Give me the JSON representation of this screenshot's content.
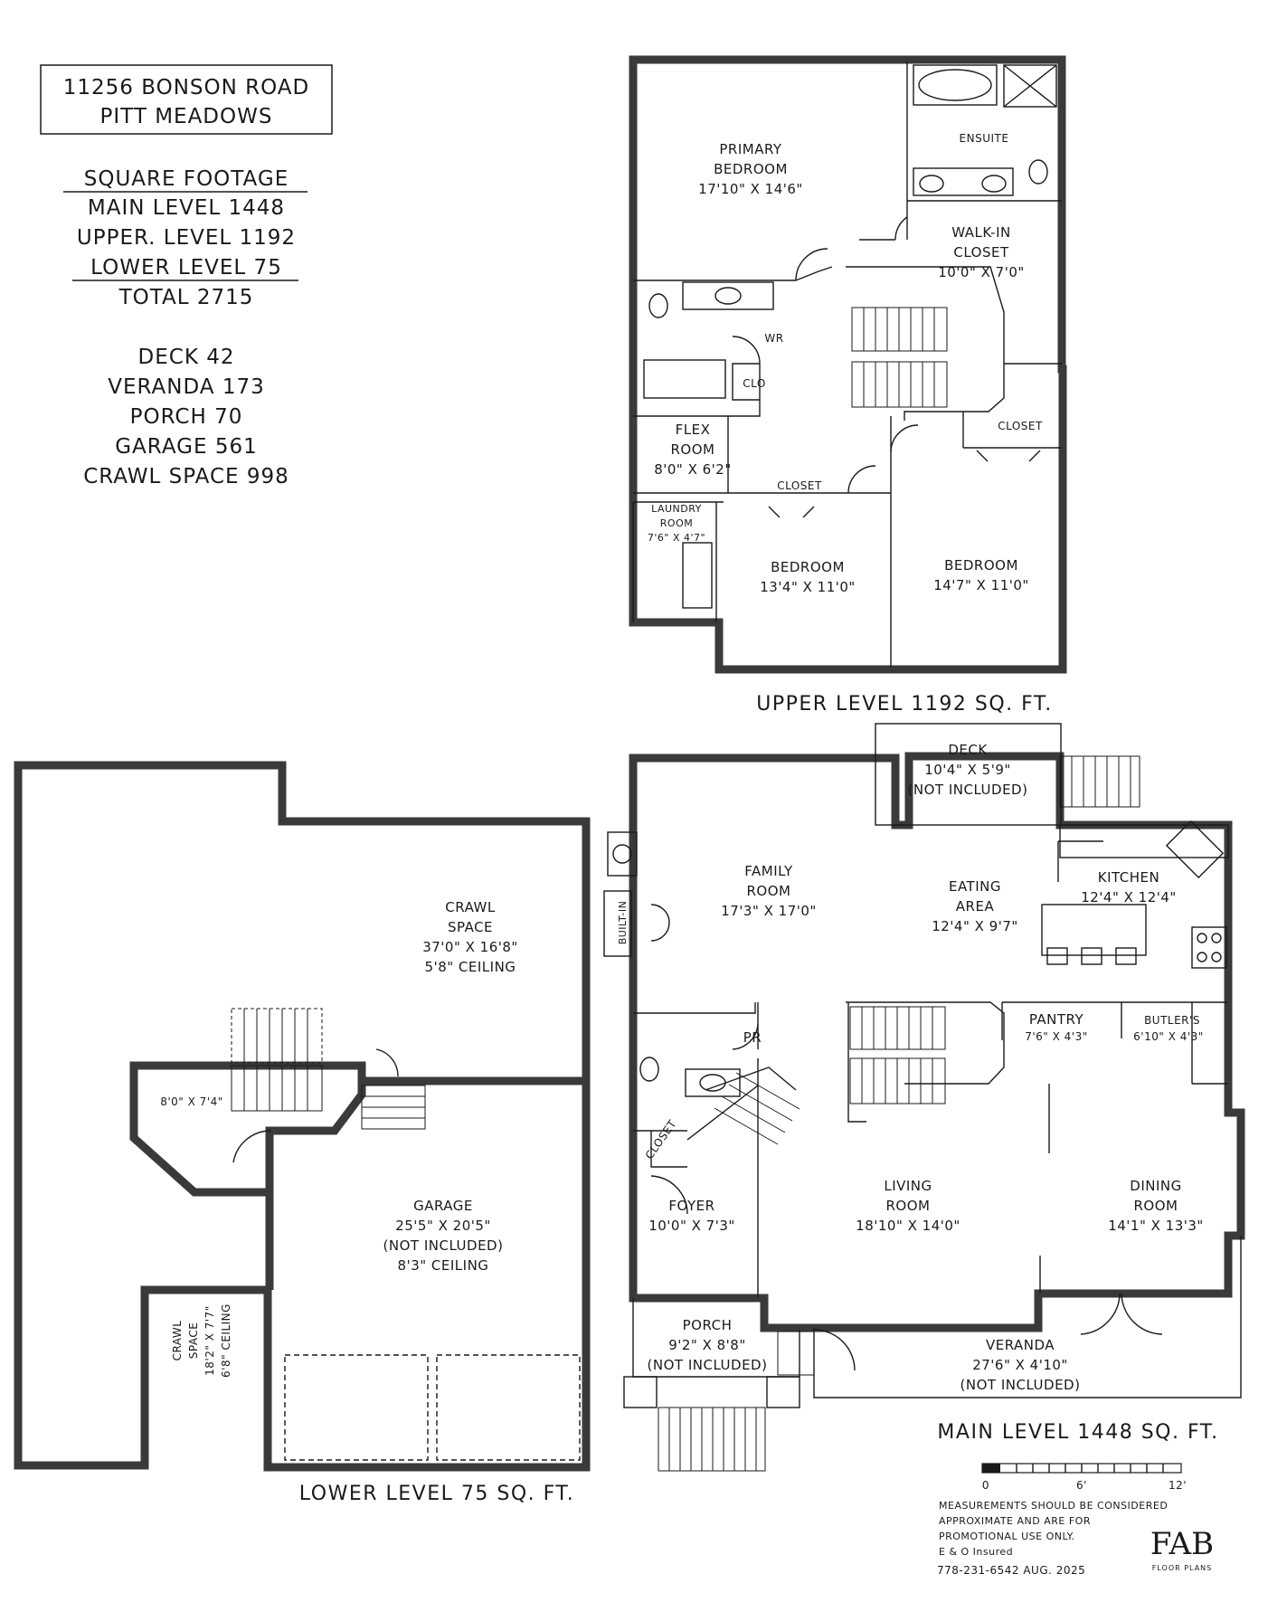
{
  "address": {
    "line1": "11256 BONSON ROAD",
    "line2": "PITT MEADOWS"
  },
  "footage": {
    "heading": "SQUARE FOOTAGE",
    "main": "MAIN LEVEL 1448",
    "upper": "UPPER. LEVEL 1192",
    "lower": "LOWER LEVEL 75",
    "total": "TOTAL 2715"
  },
  "extras": {
    "deck": "DECK 42",
    "veranda": "VERANDA 173",
    "porch": "PORCH 70",
    "garage": "GARAGE 561",
    "crawl": "CRAWL SPACE 998"
  },
  "upper": {
    "title": "UPPER LEVEL 1192 SQ. FT.",
    "primary_name1": "PRIMARY",
    "primary_name2": "BEDROOM",
    "primary_dim": "17'10\" X 14'6\"",
    "ensuite": "ENSUITE",
    "walkin1": "WALK-IN",
    "walkin2": "CLOSET",
    "walkin_dim": "10'0\" X 7'0\"",
    "wr": "WR",
    "clo": "CLO",
    "flex1": "FLEX",
    "flex2": "ROOM",
    "flex_dim": "8'0\" X 6'2\"",
    "closet_a": "CLOSET",
    "closet_b": "CLOSET",
    "laundry1": "LAUNDRY",
    "laundry2": "ROOM",
    "laundry_dim": "7'6\" X 4'7\"",
    "bed1": "BEDROOM",
    "bed1_dim": "13'4\" X 11'0\"",
    "bed2": "BEDROOM",
    "bed2_dim": "14'7\" X 11'0\""
  },
  "lower": {
    "title": "LOWER LEVEL 75 SQ. FT.",
    "crawl1": "CRAWL",
    "crawl2": "SPACE",
    "crawl_dim": "37'0\" X 16'8\"",
    "crawl_ceiling": "5'8\" CEILING",
    "small_room_dim": "8'0\" X 7'4\"",
    "garage": "GARAGE",
    "garage_dim": "25'5\" X 20'5\"",
    "garage_note": "(NOT INCLUDED)",
    "garage_ceiling": "8'3\" CEILING",
    "crawl_b1": "CRAWL",
    "crawl_b2": "SPACE",
    "crawl_b_dim": "18'2\" X 7'7\"",
    "crawl_b_ceiling": "6'8\" CEILING"
  },
  "main": {
    "title": "MAIN LEVEL 1448 SQ. FT.",
    "deck": "DECK",
    "deck_dim": "10'4\" X 5'9\"",
    "deck_note": "(NOT INCLUDED)",
    "family1": "FAMILY",
    "family2": "ROOM",
    "family_dim": "17'3\" X 17'0\"",
    "builtin": "BUILT-IN",
    "eating1": "EATING",
    "eating2": "AREA",
    "eating_dim": "12'4\" X 9'7\"",
    "kitchen": "KITCHEN",
    "kitchen_dim": "12'4\" X 12'4\"",
    "pantry": "PANTRY",
    "pantry_dim": "7'6\" X 4'3\"",
    "butler": "BUTLER'S",
    "butler_dim": "6'10\" X 4'3\"",
    "pr": "PR",
    "closet": "CLOSET",
    "foyer": "FOYER",
    "foyer_dim": "10'0\" X 7'3\"",
    "living1": "LIVING",
    "living2": "ROOM",
    "living_dim": "18'10\" X 14'0\"",
    "dining1": "DINING",
    "dining2": "ROOM",
    "dining_dim": "14'1\" X 13'3\"",
    "porch": "PORCH",
    "porch_dim": "9'2\" X 8'8\"",
    "porch_note": "(NOT INCLUDED)",
    "veranda": "VERANDA",
    "veranda_dim": "27'6\" X 4'10\"",
    "veranda_note": "(NOT INCLUDED)"
  },
  "scale": {
    "t0": "0",
    "t6": "6'",
    "t12": "12'"
  },
  "disclaimer": {
    "line1": "MEASUREMENTS SHOULD BE CONSIDERED",
    "line2": "APPROXIMATE AND ARE FOR",
    "line3": "PROMOTIONAL USE ONLY.",
    "line4": "E & O Insured",
    "line5": "778-231-6542  AUG. 2025"
  },
  "logo": {
    "mark": "FAB",
    "sub": "FLOOR PLANS"
  }
}
